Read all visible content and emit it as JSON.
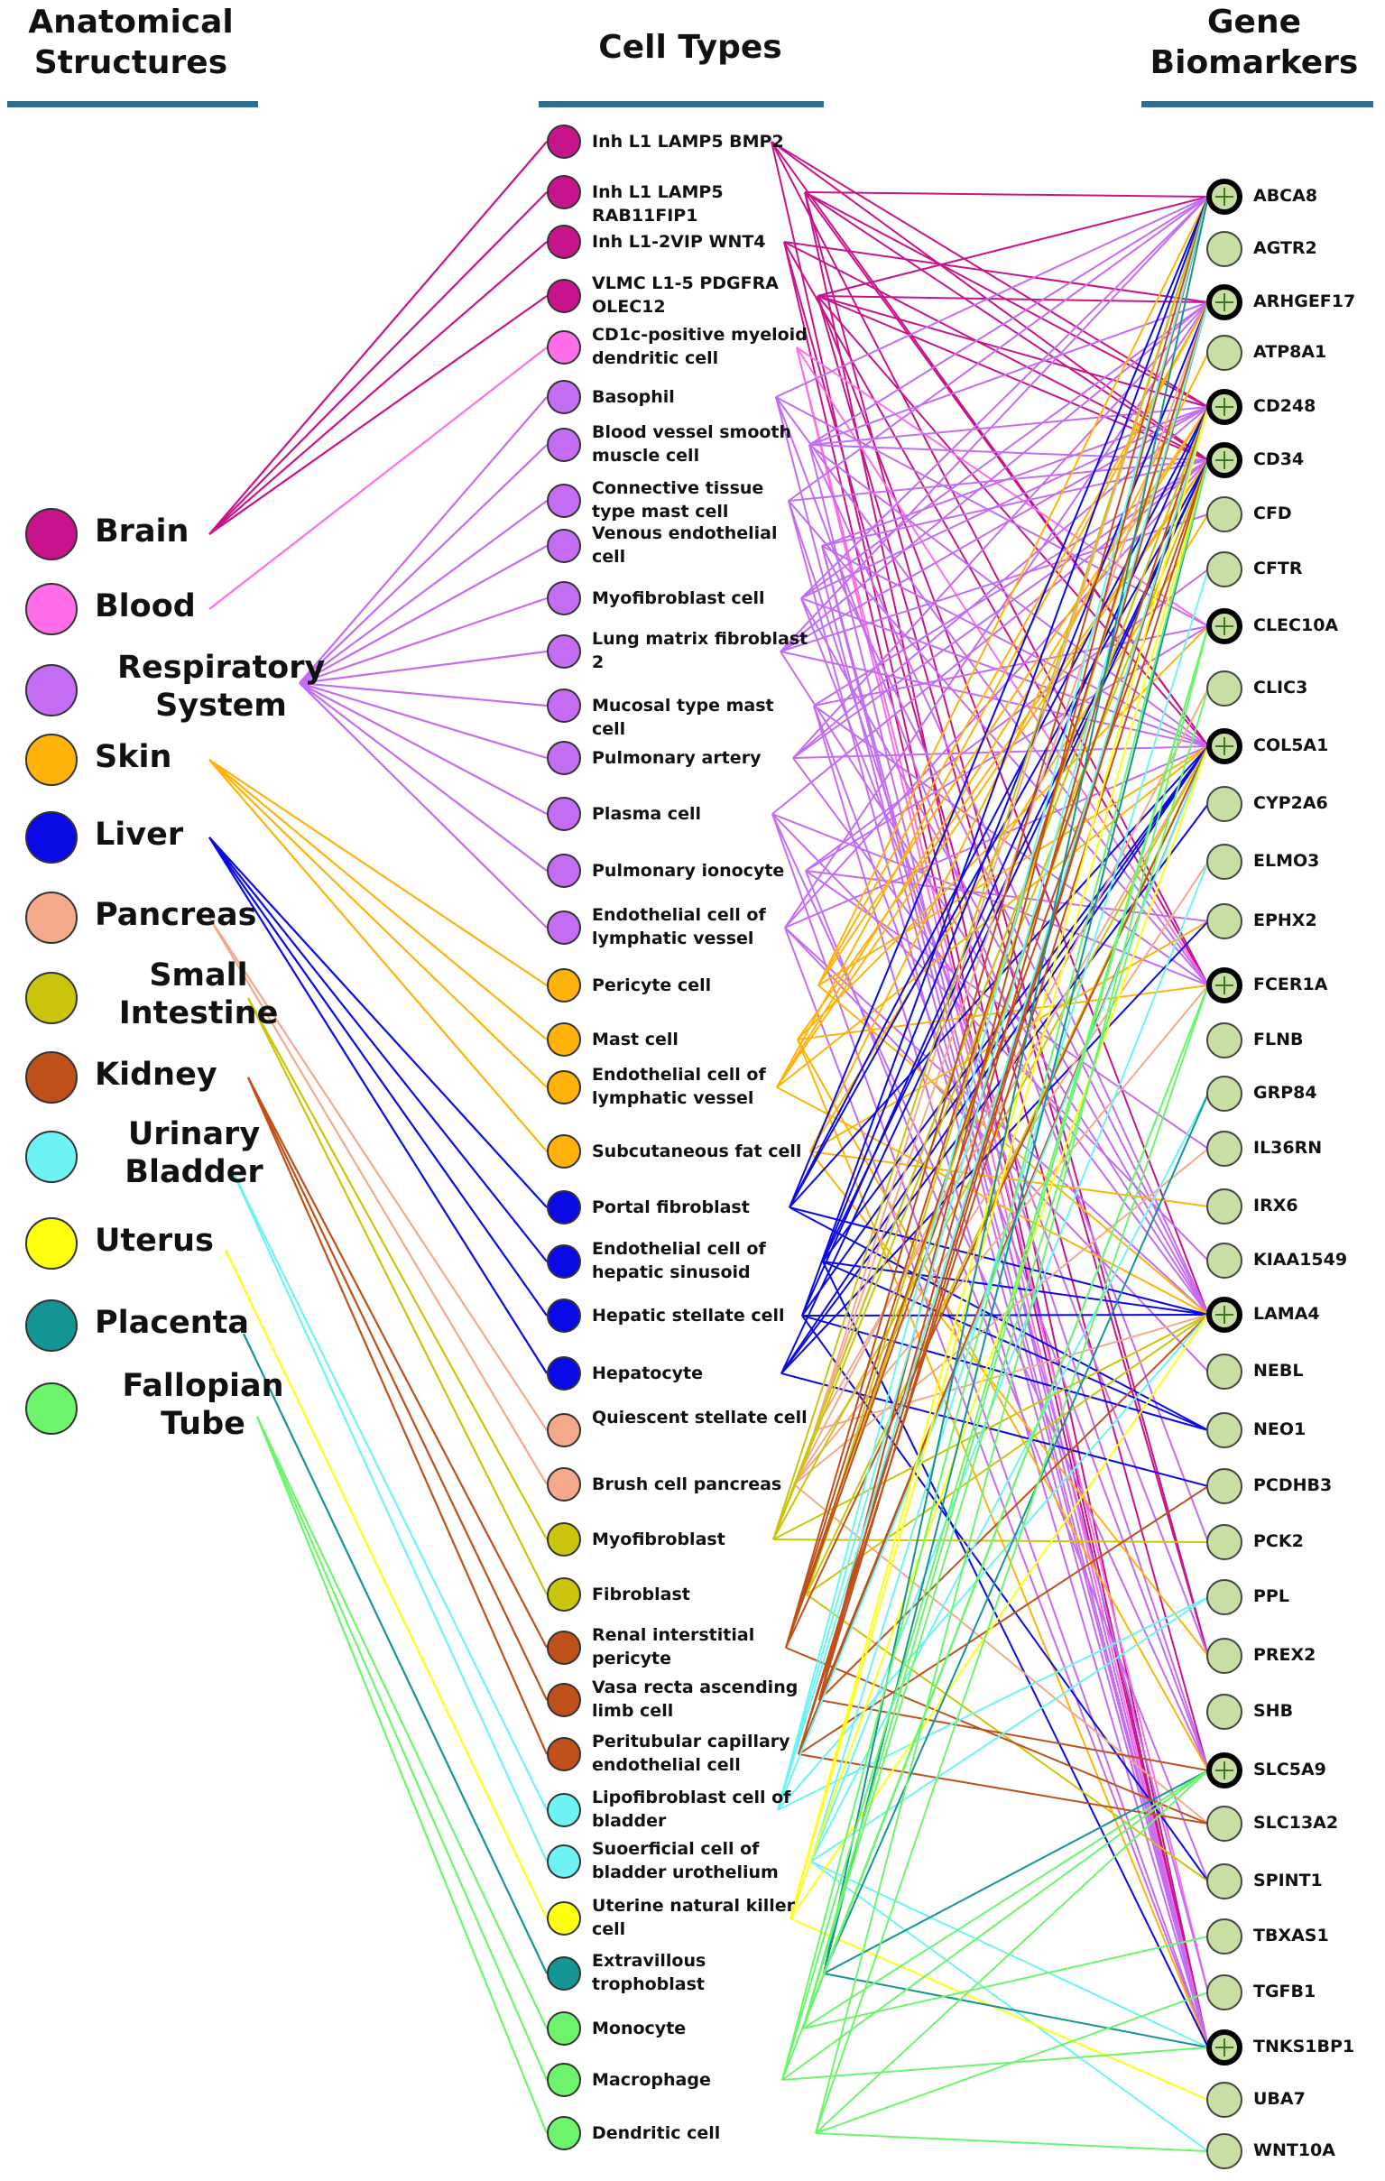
{
  "headers": {
    "anatomical": "Anatomical Structures",
    "cells": "Cell Types",
    "genes": "Gene Biomarkers"
  },
  "anatomy": [
    {
      "id": "brain",
      "label": "Brain",
      "color": "#c8148c"
    },
    {
      "id": "blood",
      "label": "Blood",
      "color": "#ff6ee8"
    },
    {
      "id": "resp",
      "label": "Respiratory System",
      "color": "#c46cf4"
    },
    {
      "id": "skin",
      "label": "Skin",
      "color": "#ffb30a"
    },
    {
      "id": "liver",
      "label": "Liver",
      "color": "#0a0ae6"
    },
    {
      "id": "pancreas",
      "label": "Pancreas",
      "color": "#f4a98a"
    },
    {
      "id": "si",
      "label": "Small Intestine",
      "color": "#cbc40c"
    },
    {
      "id": "kidney",
      "label": "Kidney",
      "color": "#c0501a"
    },
    {
      "id": "bladder",
      "label": "Urinary Bladder",
      "color": "#6ef3f5"
    },
    {
      "id": "uterus",
      "label": "Uterus",
      "color": "#ffff0e"
    },
    {
      "id": "placenta",
      "label": "Placenta",
      "color": "#149494"
    },
    {
      "id": "fallopian",
      "label": "Fallopian Tube",
      "color": "#6cf56c"
    }
  ],
  "cell_types": [
    {
      "label": "Inh L1 LAMP5 BMP2",
      "organ": "brain",
      "color": "#c8148c"
    },
    {
      "label": "Inh L1 LAMP5 RAB11FIP1",
      "organ": "brain",
      "color": "#c8148c"
    },
    {
      "label": "Inh L1-2VIP WNT4",
      "organ": "brain",
      "color": "#c8148c"
    },
    {
      "label": "VLMC L1-5 PDGFRA OLEC12",
      "organ": "brain",
      "color": "#c8148c"
    },
    {
      "label": "CD1c-positive myeloid dendritic cell",
      "organ": "blood",
      "color": "#ff6ee8"
    },
    {
      "label": "Basophil",
      "organ": "resp",
      "color": "#c46cf4"
    },
    {
      "label": "Blood vessel smooth muscle cell",
      "organ": "resp",
      "color": "#c46cf4"
    },
    {
      "label": "Connective tissue type mast cell",
      "organ": "resp",
      "color": "#c46cf4"
    },
    {
      "label": "Venous endothelial cell",
      "organ": "resp",
      "color": "#c46cf4"
    },
    {
      "label": "Myofibroblast cell",
      "organ": "resp",
      "color": "#c46cf4"
    },
    {
      "label": "Lung matrix fibroblast 2",
      "organ": "resp",
      "color": "#c46cf4"
    },
    {
      "label": "Mucosal type mast cell",
      "organ": "resp",
      "color": "#c46cf4"
    },
    {
      "label": "Pulmonary artery",
      "organ": "resp",
      "color": "#c46cf4"
    },
    {
      "label": "Plasma cell",
      "organ": "resp",
      "color": "#c46cf4"
    },
    {
      "label": "Pulmonary ionocyte",
      "organ": "resp",
      "color": "#c46cf4"
    },
    {
      "label": "Endothelial cell of lymphatic vessel",
      "organ": "resp",
      "color": "#c46cf4"
    },
    {
      "label": "Pericyte cell",
      "organ": "skin",
      "color": "#ffb30a"
    },
    {
      "label": "Mast cell",
      "organ": "skin",
      "color": "#ffb30a"
    },
    {
      "label": "Endothelial cell of lymphatic vessel",
      "organ": "skin",
      "color": "#ffb30a"
    },
    {
      "label": "Subcutaneous fat cell",
      "organ": "skin",
      "color": "#ffb30a"
    },
    {
      "label": "Portal fibroblast",
      "organ": "liver",
      "color": "#0a0ae6"
    },
    {
      "label": "Endothelial cell of hepatic sinusoid",
      "organ": "liver",
      "color": "#0a0ae6"
    },
    {
      "label": "Hepatic stellate cell",
      "organ": "liver",
      "color": "#0a0ae6"
    },
    {
      "label": "Hepatocyte",
      "organ": "liver",
      "color": "#0a0ae6"
    },
    {
      "label": "Quiescent stellate cell",
      "organ": "pancreas",
      "color": "#f4a98a"
    },
    {
      "label": "Brush cell pancreas",
      "organ": "pancreas",
      "color": "#f4a98a"
    },
    {
      "label": "Myofibroblast",
      "organ": "si",
      "color": "#cbc40c"
    },
    {
      "label": "Fibroblast",
      "organ": "si",
      "color": "#cbc40c"
    },
    {
      "label": "Renal interstitial pericyte",
      "organ": "kidney",
      "color": "#c0501a"
    },
    {
      "label": "Vasa recta ascending limb cell",
      "organ": "kidney",
      "color": "#c0501a"
    },
    {
      "label": "Peritubular capillary endothelial cell",
      "organ": "kidney",
      "color": "#c0501a"
    },
    {
      "label": "Lipofibroblast cell of bladder",
      "organ": "bladder",
      "color": "#6ef3f5"
    },
    {
      "label": "Suoerficial cell of bladder urothelium",
      "organ": "bladder",
      "color": "#6ef3f5"
    },
    {
      "label": "Uterine natural killer cell",
      "organ": "uterus",
      "color": "#ffff0e"
    },
    {
      "label": "Extravillous trophoblast",
      "organ": "placenta",
      "color": "#149494"
    },
    {
      "label": "Monocyte",
      "organ": "fallopian",
      "color": "#6cf56c"
    },
    {
      "label": "Macrophage",
      "organ": "fallopian",
      "color": "#6cf56c"
    },
    {
      "label": "Dendritic cell",
      "organ": "fallopian",
      "color": "#6cf56c"
    }
  ],
  "genes": [
    {
      "label": "ABCA8",
      "highlighted": true
    },
    {
      "label": "AGTR2",
      "highlighted": false
    },
    {
      "label": "ARHGEF17",
      "highlighted": true
    },
    {
      "label": "ATP8A1",
      "highlighted": false
    },
    {
      "label": "CD248",
      "highlighted": true
    },
    {
      "label": "CD34",
      "highlighted": true
    },
    {
      "label": "CFD",
      "highlighted": false
    },
    {
      "label": "CFTR",
      "highlighted": false
    },
    {
      "label": "CLEC10A",
      "highlighted": true
    },
    {
      "label": "CLIC3",
      "highlighted": false
    },
    {
      "label": "COL5A1",
      "highlighted": true
    },
    {
      "label": "CYP2A6",
      "highlighted": false
    },
    {
      "label": "ELMO3",
      "highlighted": false
    },
    {
      "label": "EPHX2",
      "highlighted": false
    },
    {
      "label": "FCER1A",
      "highlighted": true
    },
    {
      "label": "FLNB",
      "highlighted": false
    },
    {
      "label": "GRP84",
      "highlighted": false
    },
    {
      "label": "IL36RN",
      "highlighted": false
    },
    {
      "label": "IRX6",
      "highlighted": false
    },
    {
      "label": "KIAA1549",
      "highlighted": false
    },
    {
      "label": "LAMA4",
      "highlighted": true
    },
    {
      "label": "NEBL",
      "highlighted": false
    },
    {
      "label": "NEO1",
      "highlighted": false
    },
    {
      "label": "PCDHB3",
      "highlighted": false
    },
    {
      "label": "PCK2",
      "highlighted": false
    },
    {
      "label": "PPL",
      "highlighted": false
    },
    {
      "label": "PREX2",
      "highlighted": false
    },
    {
      "label": "SHB",
      "highlighted": false
    },
    {
      "label": "SLC5A9",
      "highlighted": true
    },
    {
      "label": "SLC13A2",
      "highlighted": false
    },
    {
      "label": "SPINT1",
      "highlighted": false
    },
    {
      "label": "TBXAS1",
      "highlighted": false
    },
    {
      "label": "TGFB1",
      "highlighted": false
    },
    {
      "label": "TNKS1BP1",
      "highlighted": true
    },
    {
      "label": "UBA7",
      "highlighted": false
    },
    {
      "label": "WNT10A",
      "highlighted": false
    }
  ],
  "gene_edges": [
    {
      "cell": 0,
      "genes": [
        4,
        5,
        10,
        14,
        33
      ]
    },
    {
      "cell": 1,
      "genes": [
        0,
        4,
        5,
        10,
        26,
        33
      ]
    },
    {
      "cell": 2,
      "genes": [
        2,
        5,
        14,
        28,
        33
      ]
    },
    {
      "cell": 3,
      "genes": [
        0,
        2,
        4,
        5,
        10,
        20,
        26
      ]
    },
    {
      "cell": 4,
      "genes": [
        8,
        14,
        33,
        32
      ]
    },
    {
      "cell": 5,
      "genes": [
        0,
        8,
        14,
        24,
        33
      ]
    },
    {
      "cell": 6,
      "genes": [
        0,
        2,
        4,
        5,
        10,
        20,
        33
      ]
    },
    {
      "cell": 7,
      "genes": [
        0,
        5,
        14,
        28,
        33
      ]
    },
    {
      "cell": 8,
      "genes": [
        4,
        5,
        10,
        20,
        32,
        33
      ]
    },
    {
      "cell": 9,
      "genes": [
        0,
        2,
        4,
        10,
        20,
        26
      ]
    },
    {
      "cell": 10,
      "genes": [
        0,
        2,
        4,
        6,
        10,
        20
      ]
    },
    {
      "cell": 11,
      "genes": [
        5,
        8,
        14,
        28,
        33
      ]
    },
    {
      "cell": 12,
      "genes": [
        2,
        4,
        5,
        10,
        20
      ]
    },
    {
      "cell": 13,
      "genes": [
        5,
        14,
        19,
        28,
        33
      ]
    },
    {
      "cell": 14,
      "genes": [
        7,
        8,
        13,
        17,
        30
      ]
    },
    {
      "cell": 15,
      "genes": [
        2,
        5,
        10,
        20,
        21,
        33
      ]
    },
    {
      "cell": 16,
      "genes": [
        0,
        2,
        4,
        10,
        20
      ]
    },
    {
      "cell": 17,
      "genes": [
        5,
        8,
        14,
        28,
        33
      ]
    },
    {
      "cell": 18,
      "genes": [
        2,
        4,
        5,
        10,
        20
      ]
    },
    {
      "cell": 19,
      "genes": [
        3,
        6,
        13,
        18,
        26
      ]
    },
    {
      "cell": 20,
      "genes": [
        0,
        4,
        5,
        10,
        20,
        22
      ]
    },
    {
      "cell": 21,
      "genes": [
        2,
        5,
        10,
        20,
        22,
        33
      ]
    },
    {
      "cell": 22,
      "genes": [
        0,
        4,
        10,
        20,
        22,
        30
      ]
    },
    {
      "cell": 23,
      "genes": [
        5,
        10,
        11,
        13,
        23
      ]
    },
    {
      "cell": 24,
      "genes": [
        0,
        2,
        4,
        10,
        20
      ]
    },
    {
      "cell": 25,
      "genes": [
        9,
        12,
        14,
        17,
        29
      ]
    },
    {
      "cell": 26,
      "genes": [
        0,
        4,
        5,
        10,
        20,
        24
      ]
    },
    {
      "cell": 27,
      "genes": [
        2,
        4,
        10,
        20,
        30
      ]
    },
    {
      "cell": 28,
      "genes": [
        0,
        2,
        4,
        5,
        10,
        29
      ]
    },
    {
      "cell": 29,
      "genes": [
        0,
        2,
        4,
        10,
        20,
        28
      ]
    },
    {
      "cell": 30,
      "genes": [
        4,
        5,
        10,
        23,
        29
      ]
    },
    {
      "cell": 31,
      "genes": [
        0,
        2,
        4,
        10,
        20,
        25
      ]
    },
    {
      "cell": 32,
      "genes": [
        7,
        12,
        16,
        25,
        33,
        35
      ]
    },
    {
      "cell": 33,
      "genes": [
        4,
        5,
        10,
        20,
        34
      ]
    },
    {
      "cell": 34,
      "genes": [
        0,
        5,
        16,
        28,
        33
      ]
    },
    {
      "cell": 35,
      "genes": [
        8,
        9,
        14,
        28,
        31
      ]
    },
    {
      "cell": 36,
      "genes": [
        5,
        8,
        14,
        28,
        33
      ]
    },
    {
      "cell": 37,
      "genes": [
        8,
        14,
        28,
        32,
        35
      ]
    }
  ]
}
